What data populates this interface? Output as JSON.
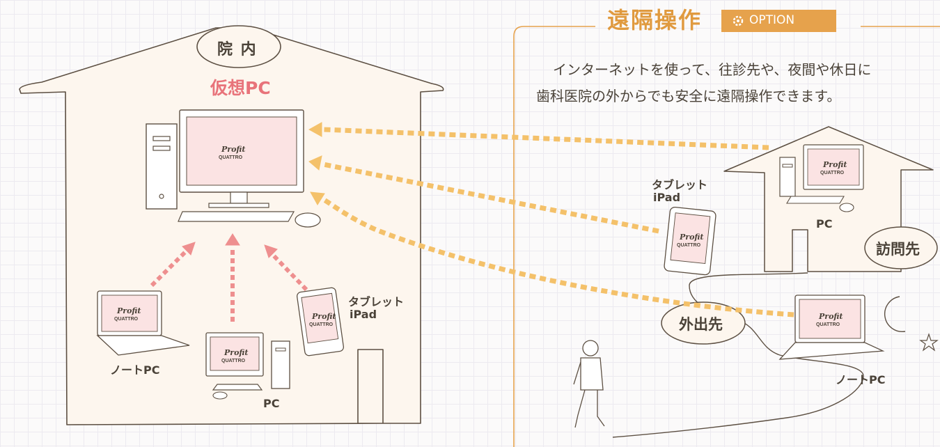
{
  "left_house": {
    "tag": "院 内",
    "title": "仮想PC",
    "labels": {
      "notebook": "ノートPC",
      "pc": "PC",
      "tablet_1": "タブレット",
      "tablet_2": "iPad"
    }
  },
  "right_panel": {
    "title": "遠隔操作",
    "option_badge": "OPTION",
    "description_1": "インターネットを使って、往診先や、夜間や休日に",
    "description_2": "歯科医院の外からでも安全に遠隔操作できます。",
    "labels": {
      "tablet_1": "タブレット",
      "tablet_2": "iPad",
      "pc": "PC",
      "visit": "訪問先",
      "outside": "外出先",
      "notebook": "ノートPC"
    }
  },
  "colors": {
    "outline": "#5c4f42",
    "house_fill": "#fdf6ee",
    "screen_fill": "#fbe3e3",
    "pink_arrow": "#ee8f8f",
    "orange_dots": "#f4c16a",
    "orange_panel": "#e6a24c",
    "title_pink": "#e8737a"
  }
}
